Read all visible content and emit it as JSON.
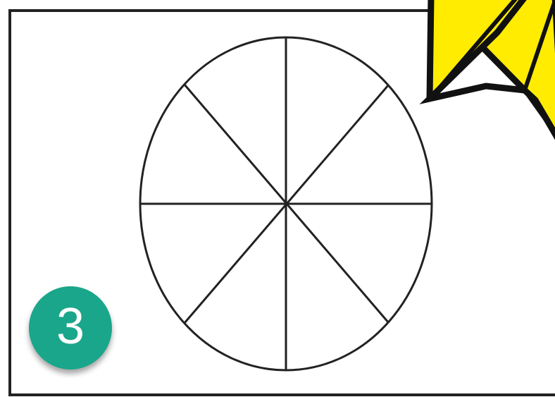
{
  "step_badge": {
    "number": "3",
    "color": "#1aa68a"
  },
  "diagram": {
    "shape": "ellipse",
    "sections": 8,
    "line_color": "#222222"
  },
  "decoration": {
    "shape": "yellow-folded-star-corner",
    "fill_color": "#ffec00",
    "outline_color": "#111111"
  }
}
